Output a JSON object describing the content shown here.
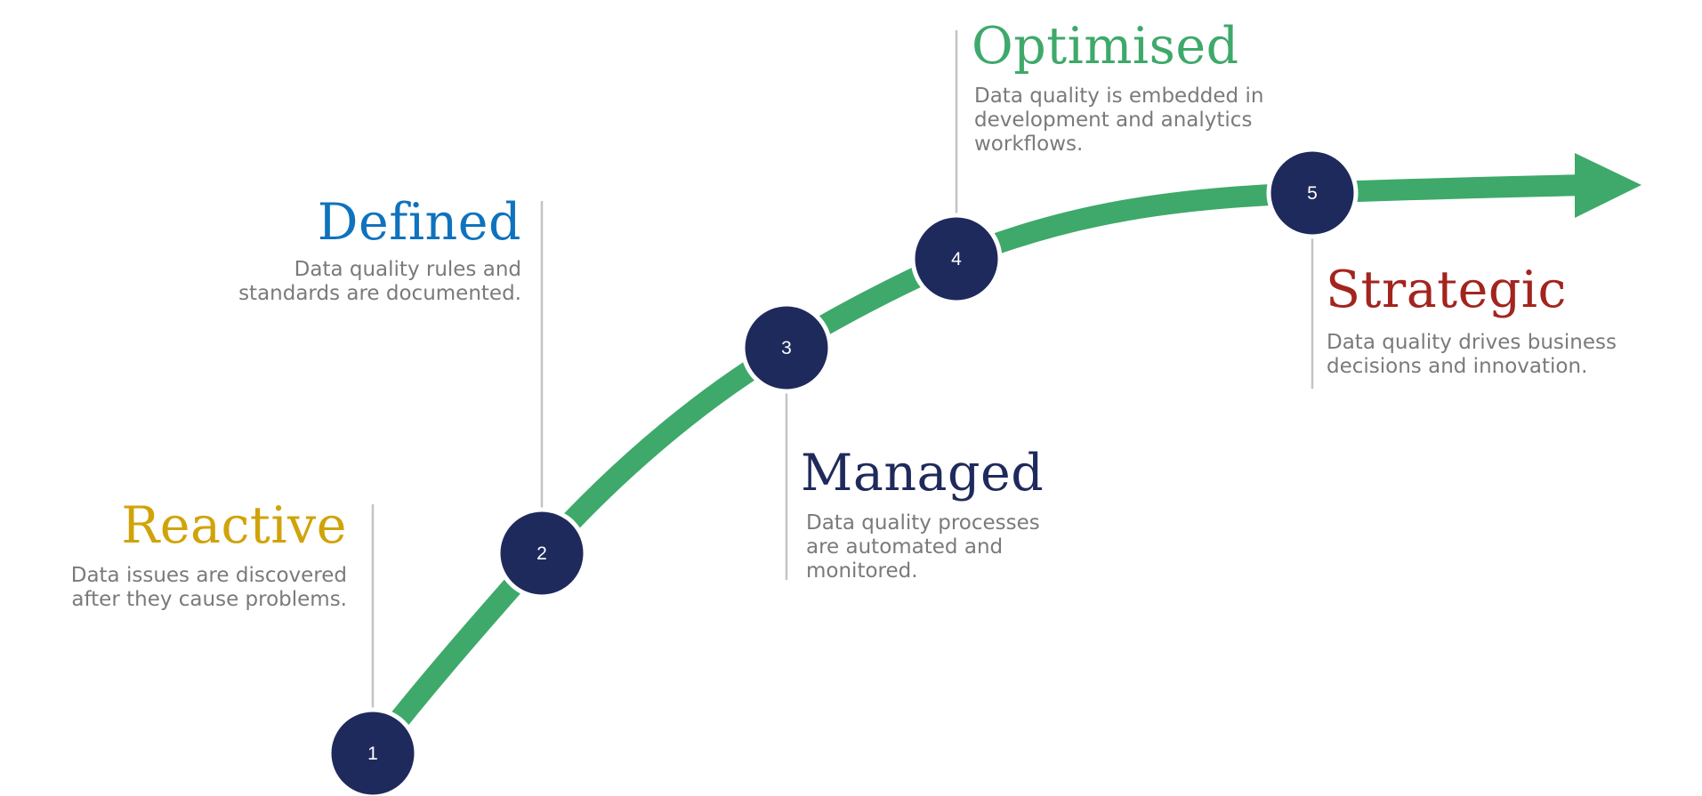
{
  "colors": {
    "curve": "#3ea96a",
    "node_fill": "#1f2a5c",
    "node_stroke": "#ffffff",
    "guide_line": "#c4c4c4",
    "description_text": "#7a7a7a"
  },
  "stages": [
    {
      "number": "1",
      "title": "Reactive",
      "description": "Data issues are discovered\nafter they cause problems.",
      "color": "#d1a30a"
    },
    {
      "number": "2",
      "title": "Defined",
      "description": "Data quality rules and\nstandards are documented.",
      "color": "#0f72be"
    },
    {
      "number": "3",
      "title": "Managed",
      "description": "Data quality processes\nare automated and\nmonitored.",
      "color": "#1f2a5c"
    },
    {
      "number": "4",
      "title": "Optimised",
      "description": "Data quality is embedded in\ndevelopment and analytics\nworkflows.",
      "color": "#3ea96a"
    },
    {
      "number": "5",
      "title": "Strategic",
      "description": "Data quality drives business\ndecisions and innovation.",
      "color": "#a3241e"
    }
  ]
}
